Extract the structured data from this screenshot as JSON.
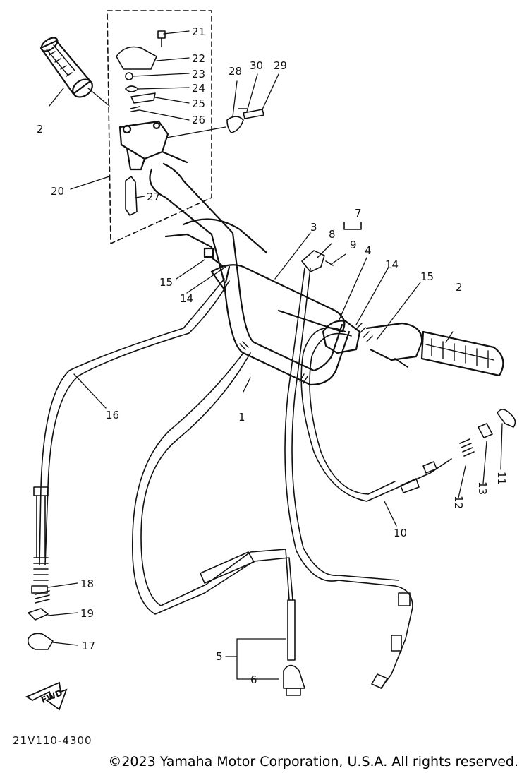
{
  "diagram_code": "21V110-4300",
  "copyright": "©2023 Yamaha Motor Corporation, U.S.A. All rights reserved.",
  "fwd_label": "FWD",
  "callouts": [
    "1",
    "2",
    "2",
    "3",
    "4",
    "5",
    "6",
    "7",
    "8",
    "9",
    "10",
    "11",
    "12",
    "13",
    "14",
    "14",
    "15",
    "15",
    "16",
    "17",
    "18",
    "19",
    "20",
    "21",
    "22",
    "23",
    "24",
    "25",
    "26",
    "27",
    "28",
    "29",
    "30"
  ],
  "colors": {
    "ink": "#111111",
    "background": "#ffffff"
  }
}
